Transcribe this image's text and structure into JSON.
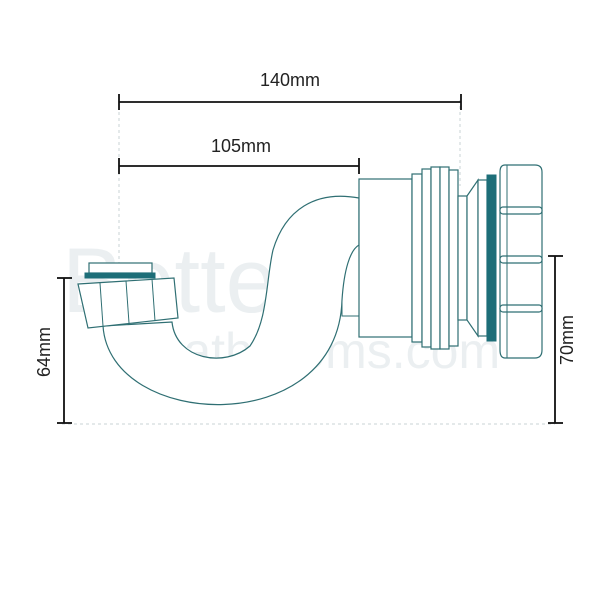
{
  "dimensions": {
    "overall_length": "140mm",
    "inner_length": "105mm",
    "left_height": "64mm",
    "right_height": "70mm"
  },
  "watermark": {
    "line1": "Better",
    "line2": "Bathrooms.com"
  },
  "colors": {
    "outline": "#2f6f73",
    "seal": "#1d6e78",
    "dimension": "#111111"
  }
}
